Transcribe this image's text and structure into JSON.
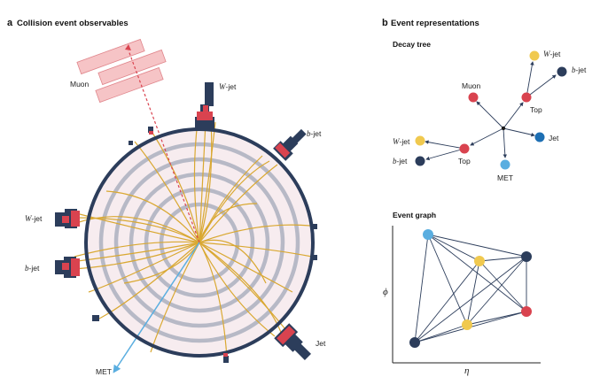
{
  "panel_a": {
    "letter": "a",
    "title": "Collision event observables",
    "labels": {
      "muon": "Muon",
      "w_jet_top": "W",
      "w_jet_top_suffix": "-jet",
      "b_jet_right": "b",
      "b_jet_right_suffix": "-jet",
      "w_jet_left": "W",
      "w_jet_left_suffix": "-jet",
      "b_jet_left": "b",
      "b_jet_left_suffix": "-jet",
      "jet": "Jet",
      "met": "MET"
    }
  },
  "panel_b": {
    "letter": "b",
    "title": "Event representations",
    "decay_tree": {
      "title": "Decay tree",
      "nodes": {
        "w_jet_1": "W",
        "w_jet_1_suffix": "-jet",
        "b_jet_1": "b",
        "b_jet_1_suffix": "-jet",
        "muon": "Muon",
        "top_1": "Top",
        "jet": "Jet",
        "w_jet_2": "W",
        "w_jet_2_suffix": "-jet",
        "b_jet_2": "b",
        "b_jet_2_suffix": "-jet",
        "top_2": "Top",
        "met": "MET"
      }
    },
    "event_graph": {
      "title": "Event graph",
      "y_axis": "ϕ",
      "x_axis": "η"
    }
  },
  "colors": {
    "navy": "#2c3d5b",
    "red": "#d9434f",
    "yellow": "#f0c94f",
    "blue": "#5aaee0",
    "dark_blue": "#1e6fb3",
    "track": "#d9a831",
    "ring": "#b7b9c6",
    "disc": "#f7ecef",
    "muon_box": "#f6c4c6"
  }
}
